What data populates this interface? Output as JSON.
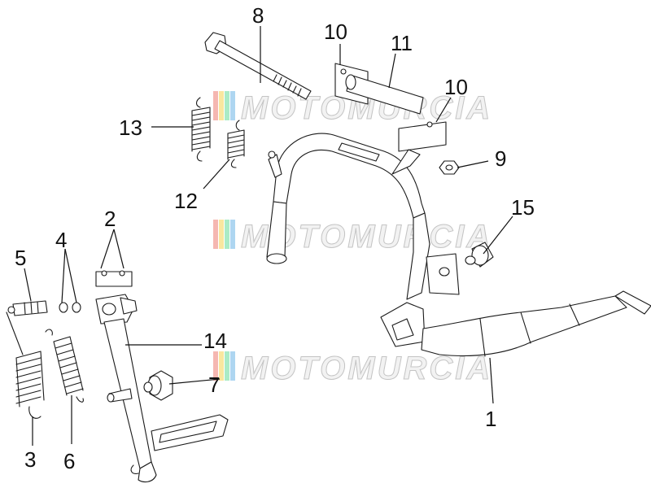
{
  "watermark": {
    "text": "MOTOMURCIA",
    "stripe_colors": [
      "#e74c3c",
      "#f1c40f",
      "#2ecc71",
      "#3498db"
    ]
  },
  "callouts": {
    "c1": "1",
    "c2": "2",
    "c3": "3",
    "c4": "4",
    "c5": "5",
    "c6": "6",
    "c7": "7",
    "c8": "8",
    "c9": "9",
    "c10a": "10",
    "c10b": "10",
    "c11": "11",
    "c12": "12",
    "c13": "13",
    "c14": "14",
    "c15": "15"
  }
}
